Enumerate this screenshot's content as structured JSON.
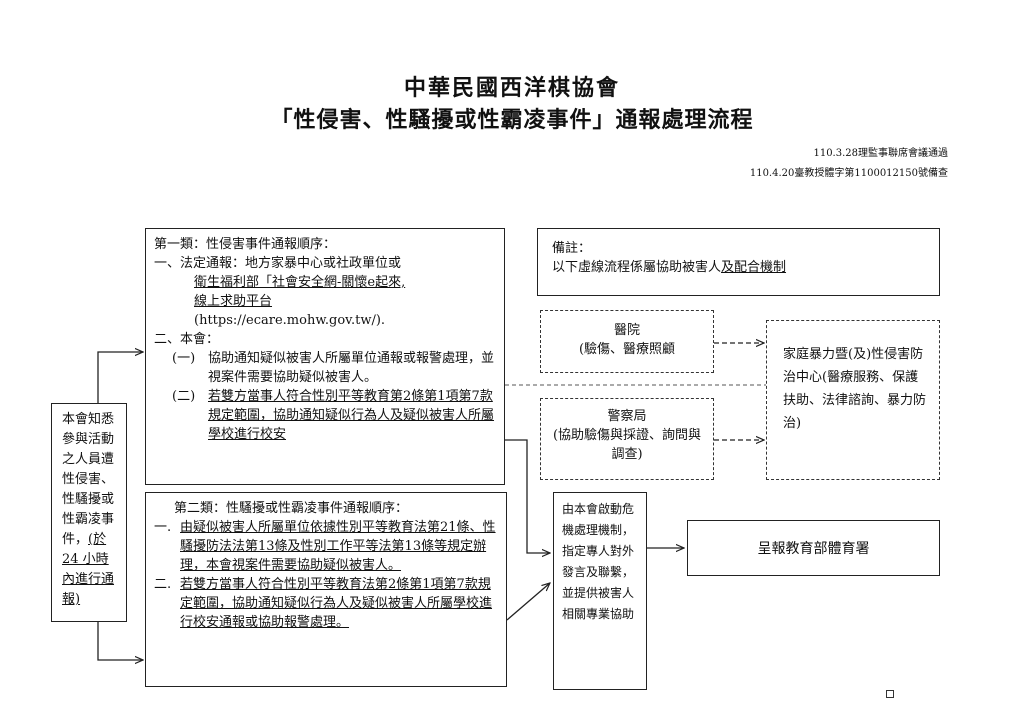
{
  "title": "中華民國西洋棋協會",
  "subtitle": "「性侵害、性騷擾或性霸凌事件」通報處理流程",
  "approval_lines": [
    "110.3.28理監事聯席會議通過",
    "110.4.20臺教授體字第1100012150號備查"
  ],
  "note": {
    "heading": "備註：",
    "text_plain": "以下虛線流程係屬協助被害人",
    "text_underlined": "及配合機制"
  },
  "category1": {
    "heading": "第一類：性侵害事件通報順序：",
    "item1_prefix": "一、法定通報：地方家暴中心或社政單位或",
    "item1_line2": "衛生福利部「社會安全網-關懷e起來,",
    "item1_line3": "線上求助平台",
    "item1_url": "(https://ecare.mohw.gov.tw/).",
    "item2_prefix": "二、本會：",
    "sub1_label": "(一)",
    "sub1_text": "協助通知疑似被害人所屬單位通報或報警處理，並視案件需要協助疑似被害人。",
    "sub2_label": "(二)",
    "sub2_text": "若雙方當事人符合性別平等教育第2條第1項第7款規定範圍，協助通知疑似行為人及疑似被害人所屬學校進行校安"
  },
  "category2": {
    "heading": "第二類：性騷擾或性霸凌事件通報順序：",
    "item1_label": "一.",
    "item1_text": "由疑似被害人所屬單位依據性別平等教育法第21條、性騷擾防法法第13條及性別工作平等法第13條等規定辦理，本會視案件需要協助疑似被害人。",
    "item2_label": "二.",
    "item2_text": "若雙方當事人符合性別平等教育法第2條第1項第7款規定範圍，協助通知疑似行為人及疑似被害人所屬學校進行校安通報或協助報警處理。"
  },
  "left_box": {
    "text": "本會知悉參與活動之人員遭性侵害、性騷擾或性霸凌事件，",
    "underlined": "(於24 小時內進行通報)"
  },
  "hospital": {
    "name": "醫院",
    "detail": "(驗傷、醫療照顧"
  },
  "police": {
    "name": "警察局",
    "detail": "(協助驗傷與採證、詢問與調查)"
  },
  "center": {
    "text": "家庭暴力暨(及)性侵害防治中心(醫療服務、保護扶助、法律諮詢、暴力防治)"
  },
  "crisis": {
    "text": "由本會啟動危機處理機制，指定專人對外發言及聯繫，並提供被害人相關專業協助"
  },
  "report": {
    "text": "呈報教育部體育署"
  }
}
